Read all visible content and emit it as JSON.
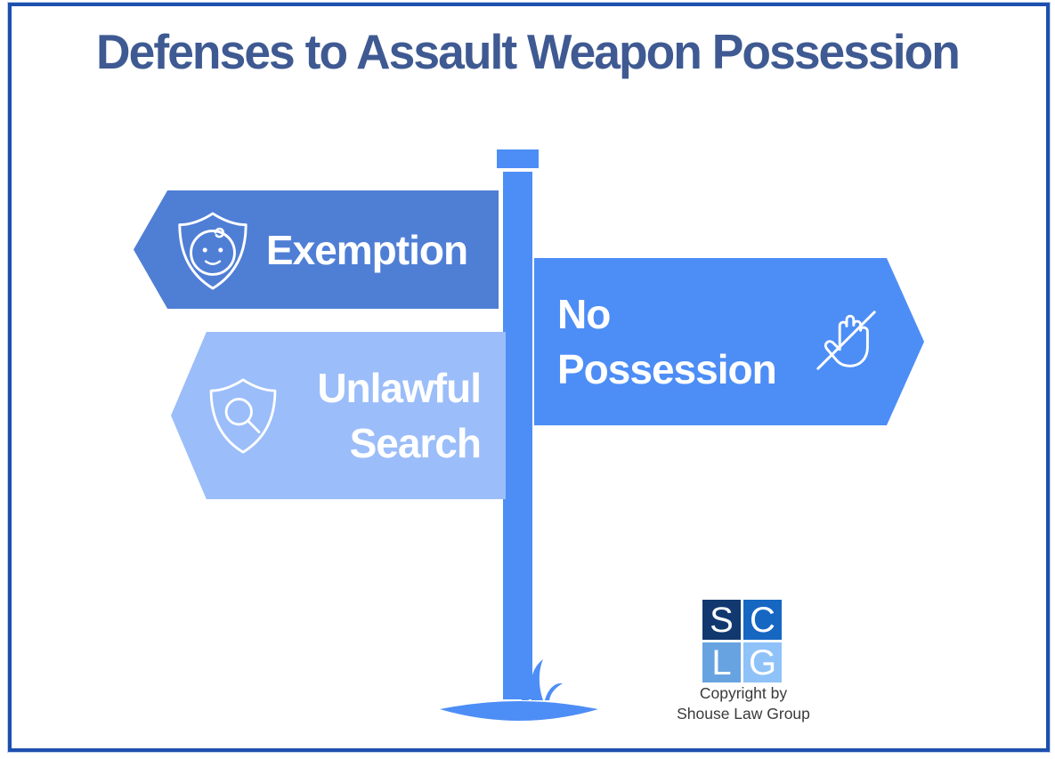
{
  "title": "Defenses to Assault Weapon Possession",
  "signpost": {
    "post_color": "#4d8df6",
    "signs": [
      {
        "label": "Exemption",
        "icon": "baby-shield-icon",
        "color": "#4f7ed5",
        "direction": "left"
      },
      {
        "line1": "Unlawful",
        "line2": "Search",
        "icon": "search-shield-icon",
        "color": "#9bbdf9",
        "direction": "left"
      },
      {
        "line1": "No",
        "line2": "Possession",
        "icon": "no-possession-hand-icon",
        "color": "#4d8df6",
        "direction": "right"
      }
    ]
  },
  "logo": {
    "cells": [
      {
        "letter": "S",
        "color": "#12396f"
      },
      {
        "letter": "C",
        "color": "#1667c2"
      },
      {
        "letter": "L",
        "color": "#67a3e0"
      },
      {
        "letter": "G",
        "color": "#8fc2f8"
      }
    ]
  },
  "copyright": {
    "line1": "Copyright by",
    "line2": "Shouse Law Group"
  },
  "colors": {
    "border": "#1d4fae",
    "title_text": "#3f5a92",
    "sign_text": "#ffffff",
    "background": "#ffffff",
    "copyright_text": "#3a3a3a"
  }
}
